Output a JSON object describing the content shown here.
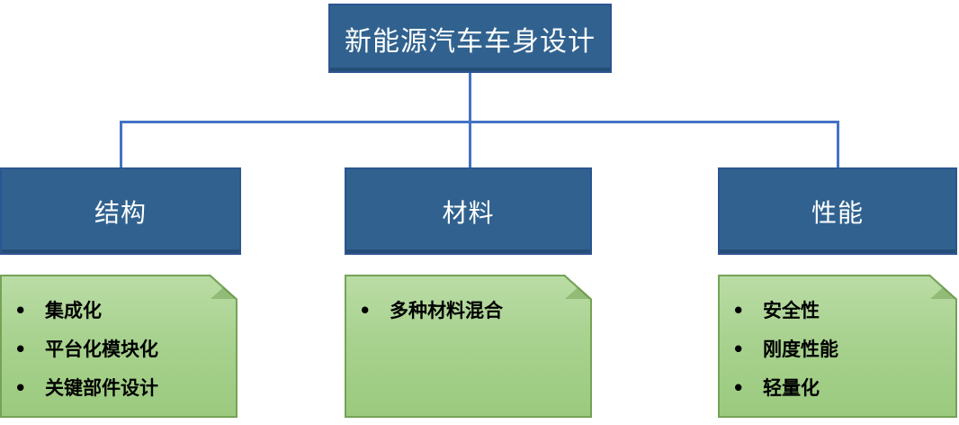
{
  "diagram": {
    "title": "新能源汽车车身设计",
    "bullet": "•",
    "root": {
      "label": "新能源汽车车身设计"
    },
    "branches": [
      {
        "label": "结构",
        "items": [
          "集成化",
          "平台化模块化",
          "关键部件设计"
        ]
      },
      {
        "label": "材料",
        "items": [
          "多种材料混合"
        ]
      },
      {
        "label": "性能",
        "items": [
          "安全性",
          "刚度性能",
          "轻量化"
        ]
      }
    ],
    "colors": {
      "node_fill": "#31628F",
      "node_border": "#2C5490",
      "connector": "#4472C4",
      "leaf_fill_top": "#BADCA5",
      "leaf_fill_bottom": "#9BCA7E",
      "leaf_border": "#75A355",
      "node_text": "#FFFFFF",
      "leaf_text": "#000000"
    }
  }
}
